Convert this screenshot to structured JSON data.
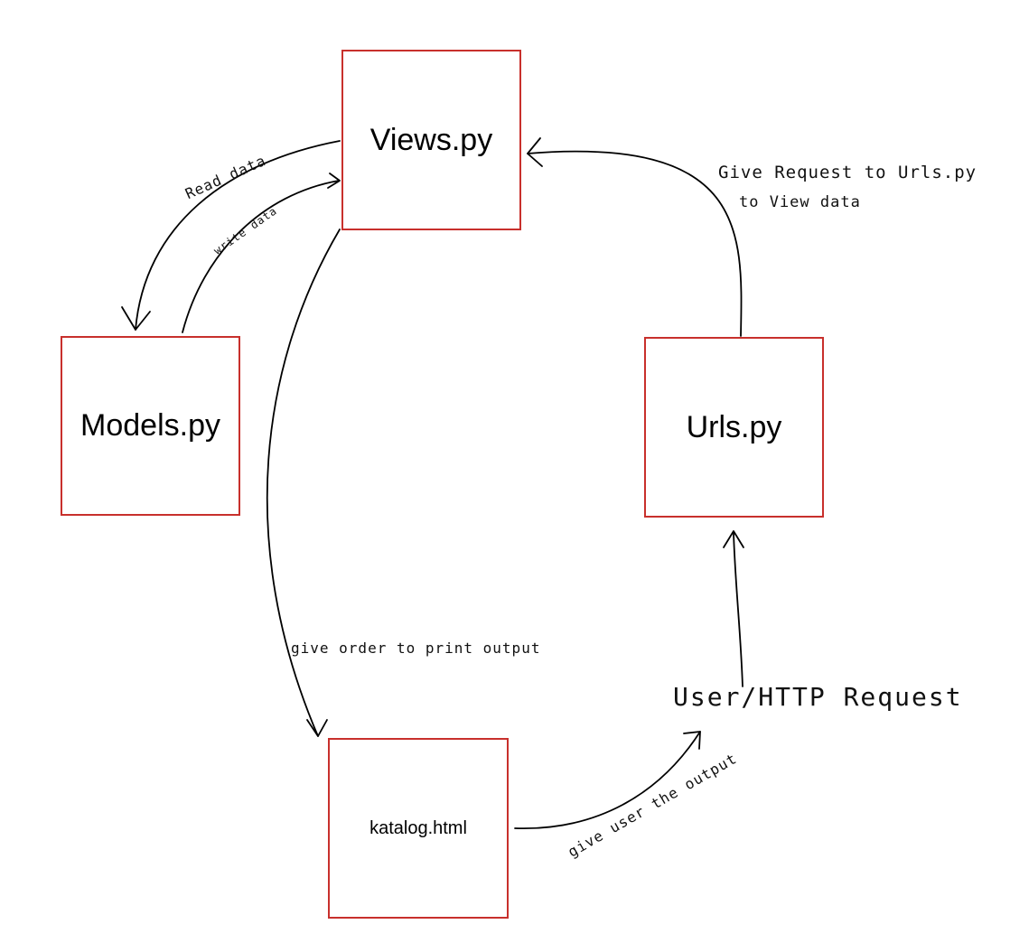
{
  "nodes": {
    "views": "Views.py",
    "models": "Models.py",
    "urls": "Urls.py",
    "katalog": "katalog.html",
    "user": "User/HTTP Request"
  },
  "edges": {
    "read_data": "Read data",
    "write_data": "write data",
    "give_request_line1": "Give Request to Urls.py",
    "give_request_line2": "to View data",
    "give_order": "give order to print output",
    "give_user": "give user the output"
  },
  "colors": {
    "box_border": "#c8302c",
    "line": "#000000"
  }
}
